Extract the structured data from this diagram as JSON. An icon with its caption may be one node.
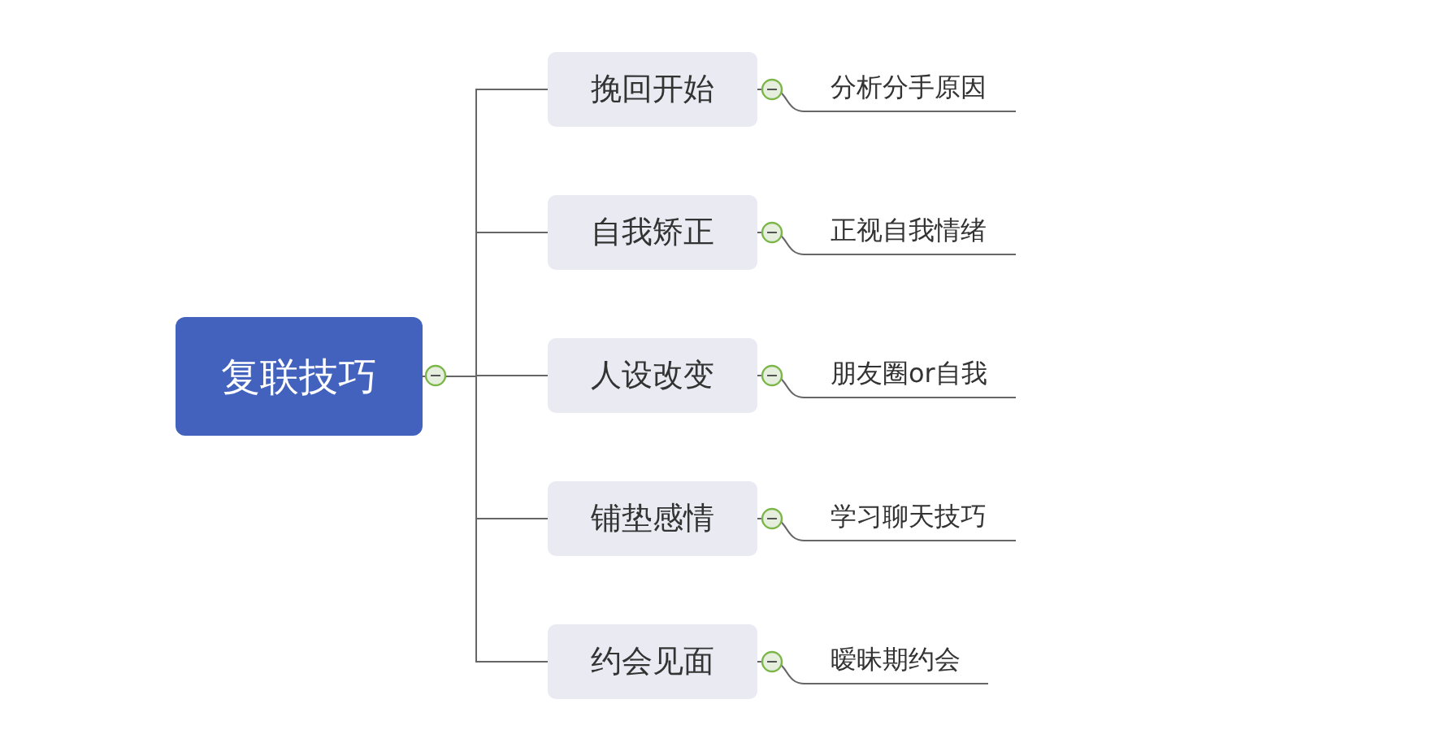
{
  "diagram": {
    "nodes": [
      {
        "text": [
          "复联技巧"
        ]
      },
      {
        "text": [
          "挽回开始"
        ]
      },
      {
        "text": [
          "自我矫正"
        ]
      },
      {
        "text": [
          "人设改变"
        ]
      },
      {
        "text": [
          "铺垫感情"
        ]
      },
      {
        "text": [
          "约会见面"
        ]
      },
      {
        "text": [
          "分析分手原因"
        ]
      },
      {
        "text": [
          "正视自我情绪"
        ]
      },
      {
        "text": [
          "朋友圈or自我"
        ]
      },
      {
        "text": [
          "学习聊天技巧"
        ]
      },
      {
        "text": [
          "暧昧期约会"
        ]
      }
    ],
    "edges": [
      {
        "from": 0,
        "to": 1,
        "arrow": "none"
      },
      {
        "from": 0,
        "to": 2,
        "arrow": "none"
      },
      {
        "from": 0,
        "to": 3,
        "arrow": "none"
      },
      {
        "from": 0,
        "to": 4,
        "arrow": "none"
      },
      {
        "from": 0,
        "to": 5,
        "arrow": "none"
      },
      {
        "from": 1,
        "to": 6,
        "arrow": "none"
      },
      {
        "from": 2,
        "to": 7,
        "arrow": "none"
      },
      {
        "from": 3,
        "to": 8,
        "arrow": "none"
      },
      {
        "from": 4,
        "to": 9,
        "arrow": "none"
      },
      {
        "from": 5,
        "to": 10,
        "arrow": "none"
      }
    ]
  }
}
